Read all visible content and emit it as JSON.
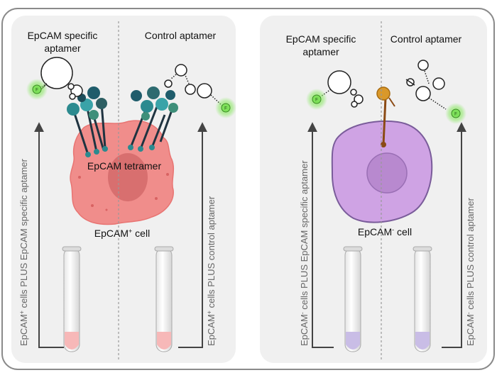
{
  "left_panel": {
    "specific_title_line1": "EpCAM specific",
    "specific_title_line2": "aptamer",
    "control_title": "Control aptamer",
    "tetramer_label": "EpCAM tetramer",
    "cell_label_main": "EpCAM",
    "cell_label_sup": "+",
    "cell_label_tail": " cell",
    "left_vertical": {
      "pre": "EpCAM",
      "sup": "+",
      "post": " cells PLUS  EpCAM specific aptamer"
    },
    "right_vertical": {
      "pre": "EpCAM",
      "sup": "+",
      "post": " cells PLUS  control aptamer"
    }
  },
  "right_panel": {
    "specific_title_line1": "EpCAM specific",
    "specific_title_line2": "aptamer",
    "control_title": "Control aptamer",
    "cell_label_main": "EpCAM",
    "cell_label_sup": "-",
    "cell_label_tail": " cell",
    "left_vertical": {
      "pre": "EpCAM",
      "sup": "-",
      "post": " cells PLUS  EpCAM specific aptamer"
    },
    "right_vertical": {
      "pre": "EpCAM",
      "sup": "-",
      "post": " cells PLUS  control aptamer"
    }
  },
  "colors": {
    "positive_cell": "#f08d8b",
    "positive_nucleus": "#d46a6a",
    "negative_cell": "#cfa3e4",
    "negative_nucleus": "#b889cf",
    "receptor": "#1f5c6b",
    "fluorophore": "#7ee05a",
    "tube_pink": "#f7b8b8",
    "tube_purple": "#c9bde6"
  }
}
